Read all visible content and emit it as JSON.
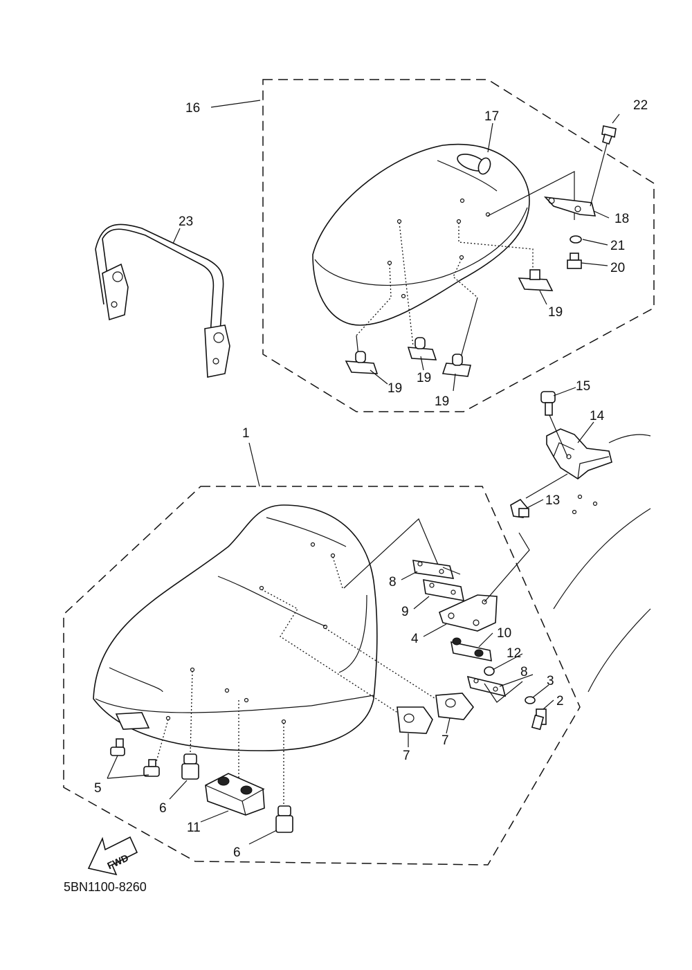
{
  "diagram": {
    "callouts": {
      "p1": "1",
      "p2": "2",
      "p3": "3",
      "p4": "4",
      "p5": "5",
      "p6a": "6",
      "p6b": "6",
      "p7a": "7",
      "p7b": "7",
      "p8a": "8",
      "p8b": "8",
      "p9": "9",
      "p10": "10",
      "p11": "11",
      "p12": "12",
      "p13": "13",
      "p14": "14",
      "p15": "15",
      "p16": "16",
      "p17": "17",
      "p18": "18",
      "p19a": "19",
      "p19b": "19",
      "p19c": "19",
      "p19d": "19",
      "p20": "20",
      "p21": "21",
      "p22": "22",
      "p23": "23"
    },
    "fwd_label": "FWD",
    "catalog_code": "5BN1100-8260"
  }
}
